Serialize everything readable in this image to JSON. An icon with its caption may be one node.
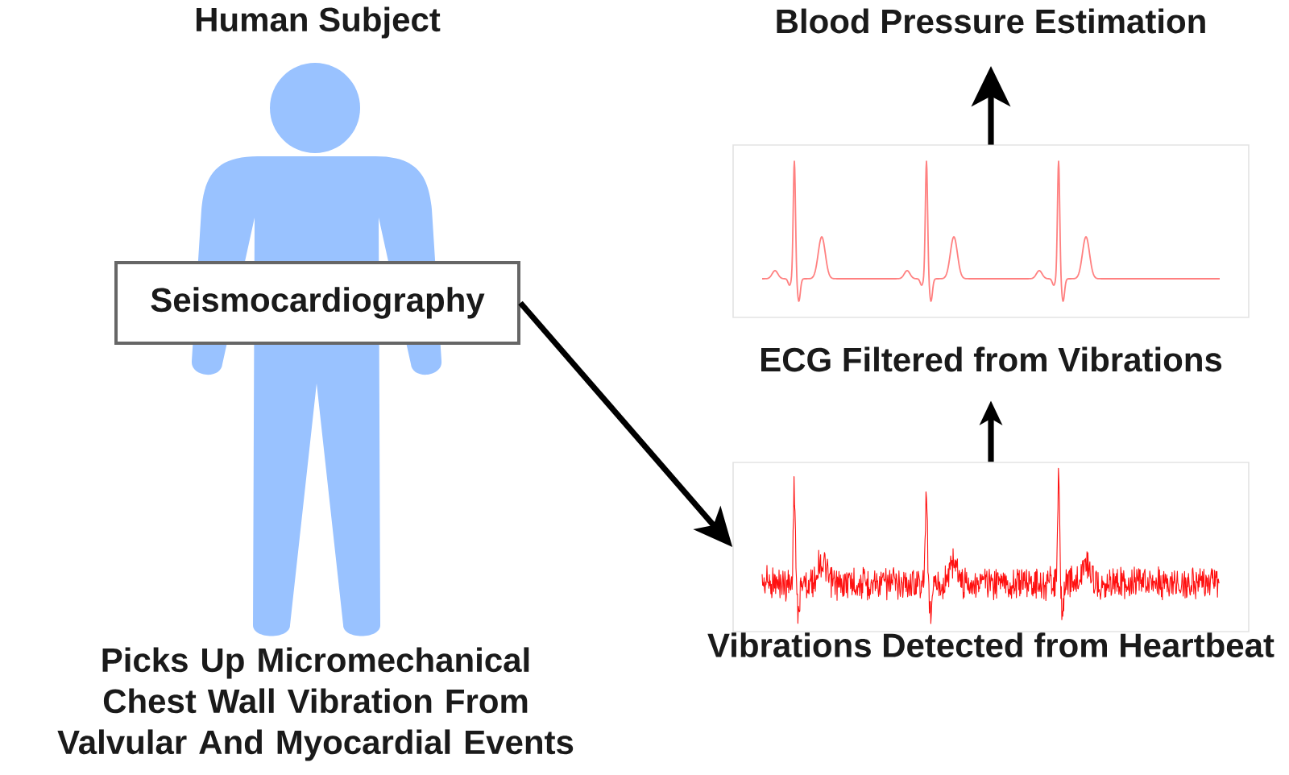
{
  "diagram": {
    "nodes": [
      {
        "text": [
          "Seismocardiography"
        ]
      },
      {
        "text": [
          "Vibrations Detected from Heartbeat"
        ]
      },
      {
        "text": [
          "ECG Filtered from Vibrations"
        ]
      },
      {
        "text": [
          "Blood Pressure Estimation"
        ]
      }
    ],
    "edges": [
      {
        "from": 0,
        "to": 1,
        "arrow": "to"
      },
      {
        "from": 1,
        "to": 2,
        "arrow": "to"
      },
      {
        "from": 2,
        "to": 3,
        "arrow": "to"
      }
    ],
    "labels": [
      "Human Subject",
      "Picks Up Micromechanical Chest Wall Vibration From Valvular And Myocardial Events"
    ]
  }
}
